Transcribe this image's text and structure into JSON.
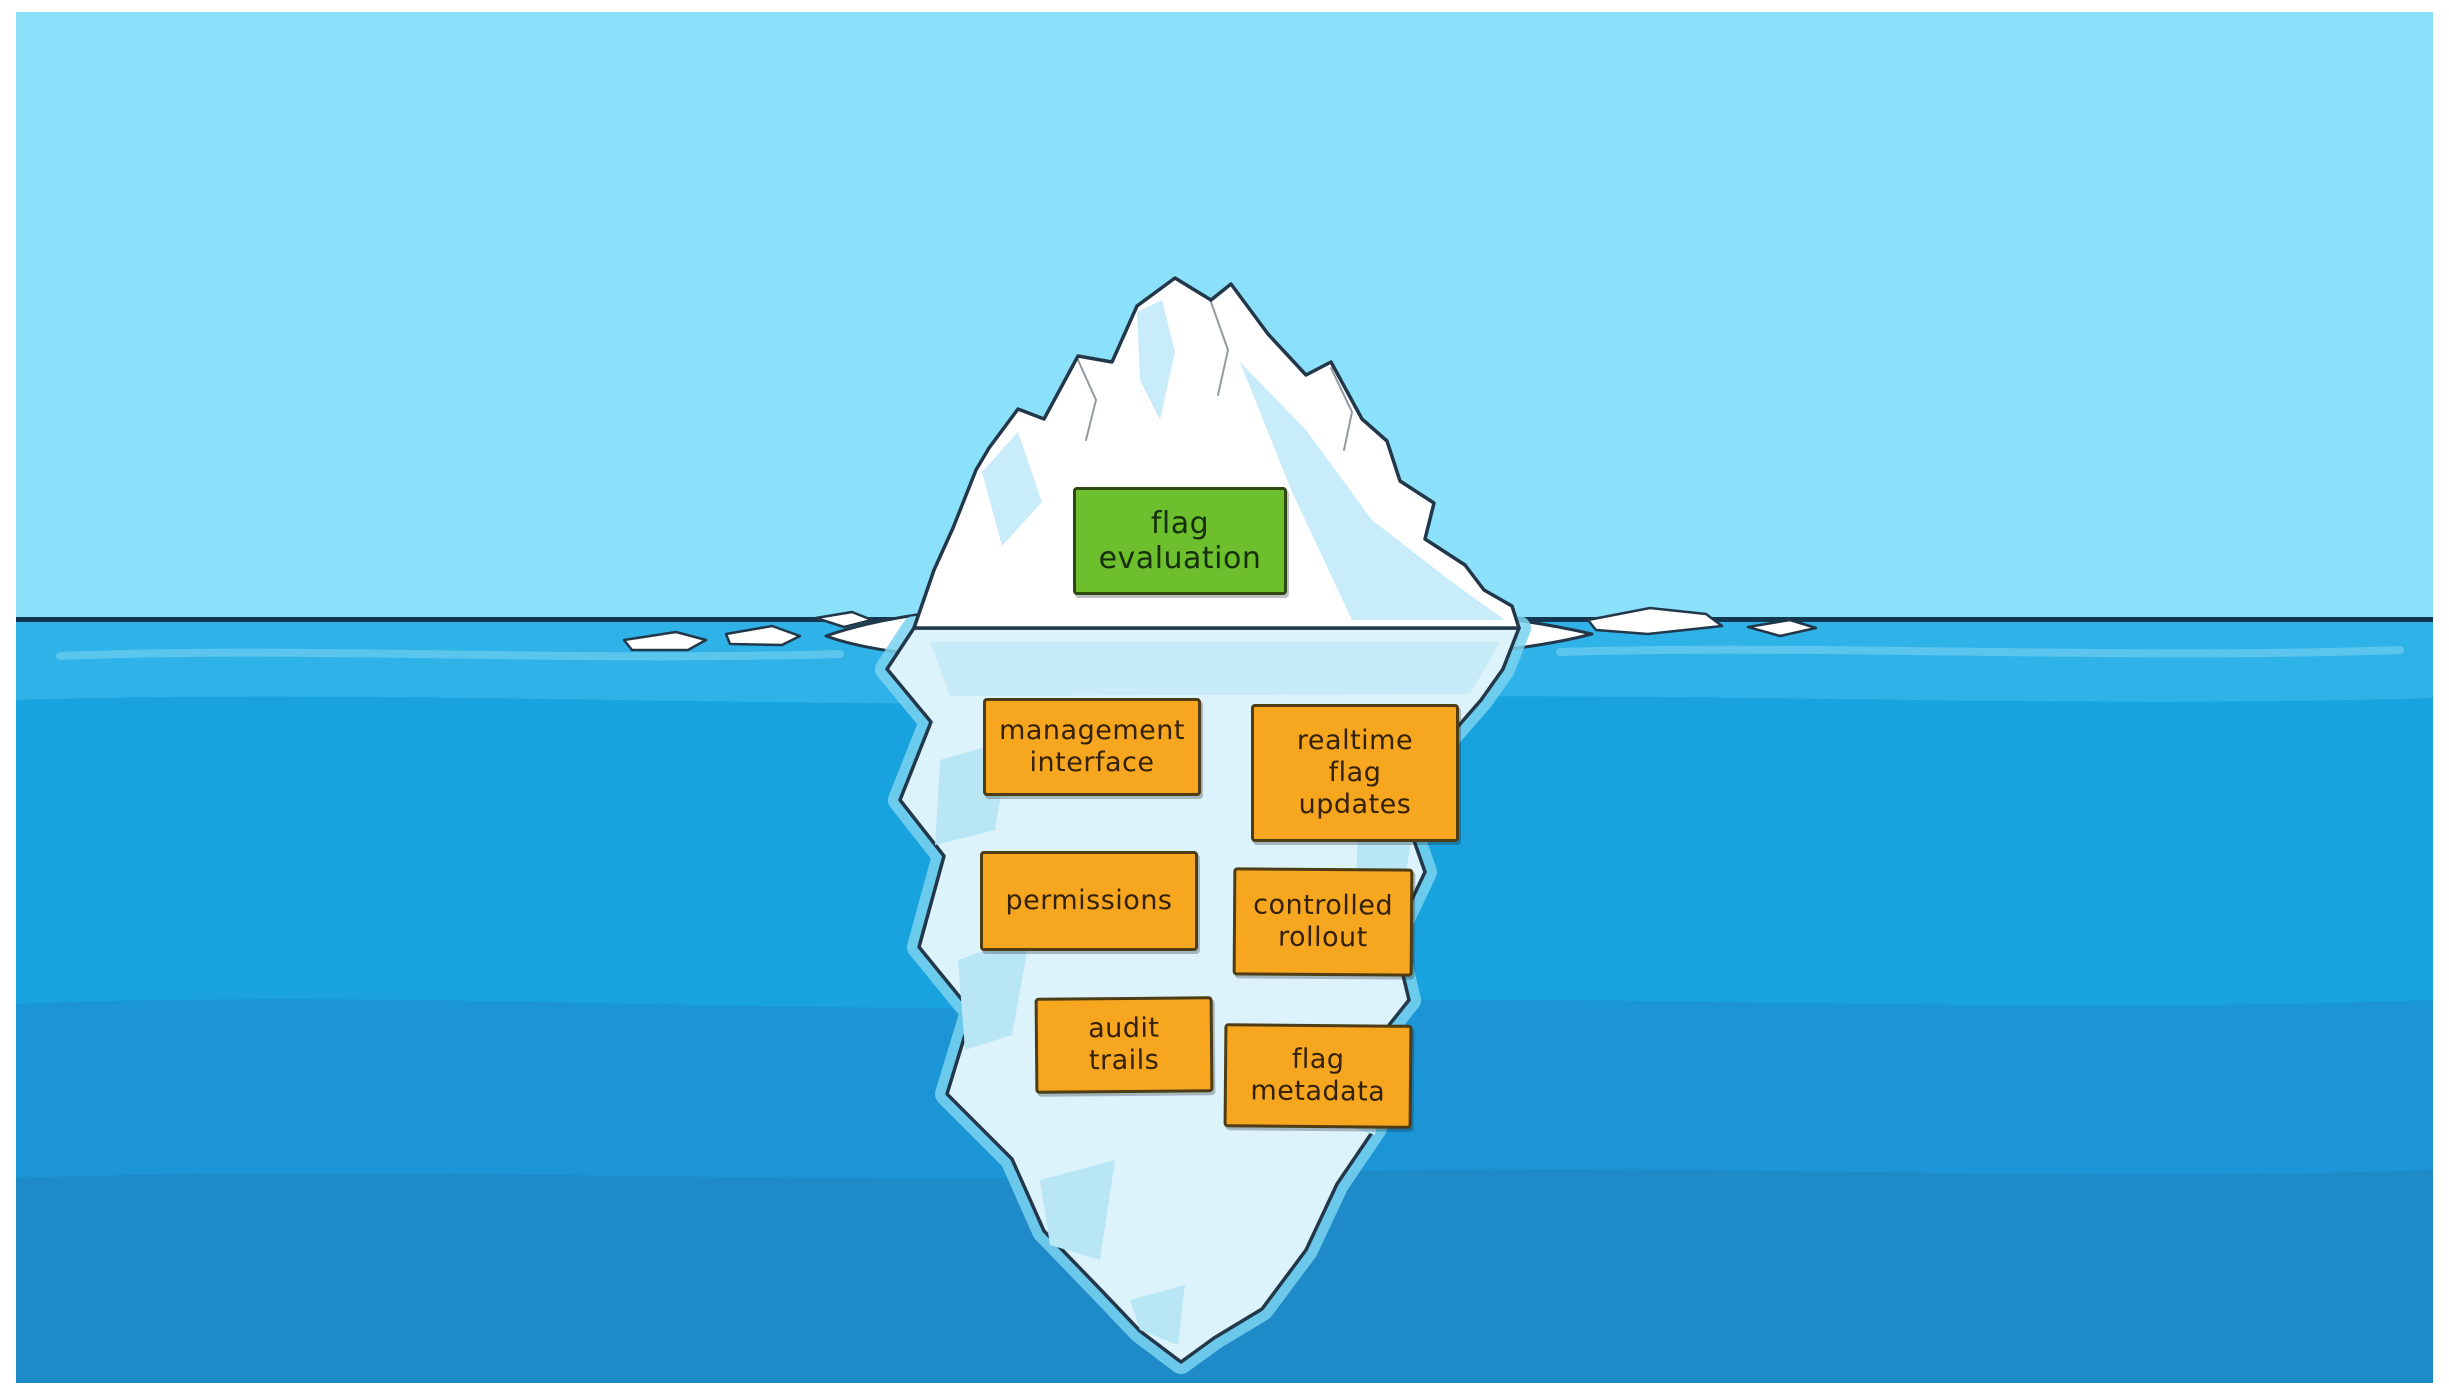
{
  "scene": {
    "labels": {
      "surface": {
        "text": "flag\nevaluation"
      },
      "underwater": [
        {
          "text": "management\ninterface"
        },
        {
          "text": "realtime\nflag\nupdates"
        },
        {
          "text": "permissions"
        },
        {
          "text": "controlled\nrollout"
        },
        {
          "text": "audit\ntrails"
        },
        {
          "text": "flag\nmetadata"
        }
      ]
    },
    "colors": {
      "sky": "#8ce1fa",
      "water_band_1": "#2eb2e8",
      "water_band_2": "#18a3df",
      "water_band_3": "#1b95d5",
      "water_band_4": "#1e8ac7",
      "horizon_line": "#123750",
      "outline": "#22384a",
      "ice_above": "#ffffff",
      "ice_below": "#dcf3fb",
      "ice_shade_above": "#c9ecfa",
      "ice_shade_below": "#b9e6f5",
      "ice_halo": "#79d2f0",
      "splash": "#ffffff",
      "label_green_fill": "#6dbf2e",
      "label_green_border": "#2e4a12",
      "label_green_text": "#15300a",
      "label_orange_fill": "#f7a61f",
      "label_orange_border": "#4d3c14",
      "label_orange_text": "#332108"
    }
  }
}
